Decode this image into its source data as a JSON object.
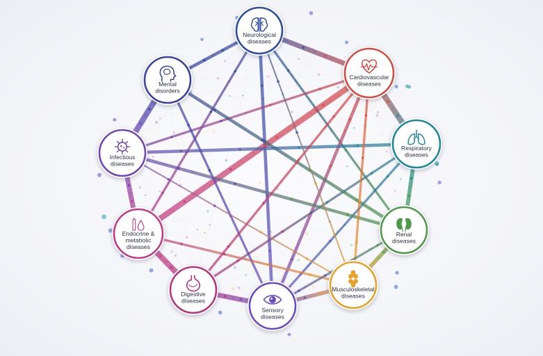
{
  "diagram": {
    "nodes": [
      {
        "id": "neuro",
        "label": [
          "Neurological",
          "diseases"
        ],
        "icon": "brain-icon",
        "color": "#2f4da5"
      },
      {
        "id": "cardio",
        "label": [
          "Cardiovascular",
          "diseases"
        ],
        "icon": "heart-pulse-icon",
        "color": "#d94a43"
      },
      {
        "id": "resp",
        "label": [
          "Respiratory",
          "diseases"
        ],
        "icon": "lungs-icon",
        "color": "#1d8a98"
      },
      {
        "id": "renal",
        "label": [
          "Renal",
          "diseases"
        ],
        "icon": "kidneys-icon",
        "color": "#4f9a4a"
      },
      {
        "id": "musc",
        "label": [
          "Musculoskeletal",
          "diseases"
        ],
        "icon": "joint-bone-icon",
        "color": "#eaa12a"
      },
      {
        "id": "sensory",
        "label": [
          "Sensory",
          "diseases"
        ],
        "icon": "eye-icon",
        "color": "#6a4cc0"
      },
      {
        "id": "dig",
        "label": [
          "Digestive",
          "diseases"
        ],
        "icon": "stomach-icon",
        "color": "#b8357b"
      },
      {
        "id": "endo",
        "label": [
          "Endocrine &",
          "metabolic",
          "diseases"
        ],
        "icon": "insulin-drop-icon",
        "color": "#c23a85"
      },
      {
        "id": "inf",
        "label": [
          "Infectious",
          "diseases"
        ],
        "icon": "virus-icon",
        "color": "#7046b8"
      },
      {
        "id": "mental",
        "label": [
          "Mental",
          "disorders"
        ],
        "icon": "head-brain-icon",
        "color": "#3c43a3"
      }
    ],
    "edges": [
      {
        "from": "neuro",
        "to": "cardio",
        "weight": 5
      },
      {
        "from": "cardio",
        "to": "resp",
        "weight": 6
      },
      {
        "from": "resp",
        "to": "renal",
        "weight": 4
      },
      {
        "from": "renal",
        "to": "musc",
        "weight": 4
      },
      {
        "from": "musc",
        "to": "sensory",
        "weight": 4
      },
      {
        "from": "sensory",
        "to": "dig",
        "weight": 5
      },
      {
        "from": "dig",
        "to": "endo",
        "weight": 6
      },
      {
        "from": "endo",
        "to": "inf",
        "weight": 5
      },
      {
        "from": "inf",
        "to": "mental",
        "weight": 6
      },
      {
        "from": "mental",
        "to": "neuro",
        "weight": 3
      },
      {
        "from": "neuro",
        "to": "sensory",
        "weight": 3
      },
      {
        "from": "neuro",
        "to": "endo",
        "weight": 2
      },
      {
        "from": "neuro",
        "to": "renal",
        "weight": 2
      },
      {
        "from": "cardio",
        "to": "endo",
        "weight": 6
      },
      {
        "from": "cardio",
        "to": "sensory",
        "weight": 3
      },
      {
        "from": "cardio",
        "to": "inf",
        "weight": 2
      },
      {
        "from": "resp",
        "to": "inf",
        "weight": 3
      },
      {
        "from": "resp",
        "to": "dig",
        "weight": 2
      },
      {
        "from": "resp",
        "to": "sensory",
        "weight": 2
      },
      {
        "from": "mental",
        "to": "renal",
        "weight": 3
      },
      {
        "from": "mental",
        "to": "sensory",
        "weight": 2
      },
      {
        "from": "inf",
        "to": "renal",
        "weight": 3
      },
      {
        "from": "inf",
        "to": "musc",
        "weight": 1
      },
      {
        "from": "endo",
        "to": "musc",
        "weight": 2
      },
      {
        "from": "dig",
        "to": "cardio",
        "weight": 2
      },
      {
        "from": "musc",
        "to": "neuro",
        "weight": 1
      },
      {
        "from": "musc",
        "to": "cardio",
        "weight": 2
      },
      {
        "from": "sensory",
        "to": "renal",
        "weight": 2
      }
    ]
  }
}
